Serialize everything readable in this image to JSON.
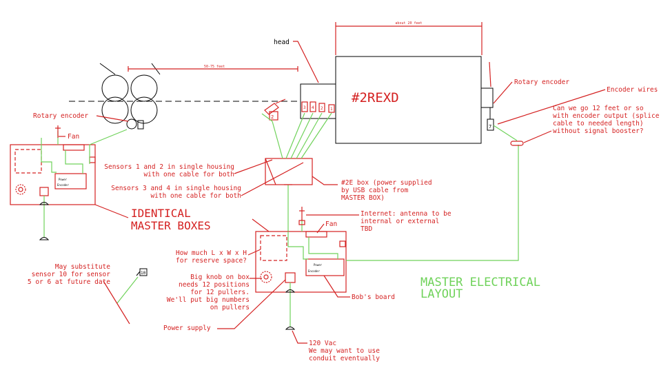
{
  "colors": {
    "red": "#d42020",
    "green": "#6fd25a",
    "black": "#000000"
  },
  "labels": {
    "head": "head",
    "dim_top": "about 20 feet",
    "dim_mid": "50-75 feet",
    "machine": "#2REXD",
    "rotary_encoder_right": "Rotary encoder",
    "encoder_wires": "Encoder wires",
    "encoder_question": [
      "Can we go 12 feet or so",
      "with encoder output (splice",
      "cable to needed length)",
      "without signal booster?"
    ],
    "rotary_encoder_left": "Rotary encoder",
    "fan_left": "Fan",
    "fan_center": "Fan",
    "sensor_label": "2",
    "sensor_slots": [
      "3",
      "4",
      "2",
      "1"
    ],
    "encoder_box_label": "7",
    "sensor10_label": "10",
    "sensors_12": [
      "Sensors 1 and 2 in single housing",
      "with one cable for both"
    ],
    "sensors_34": [
      "Sensors 3 and 4 in single housing",
      "with one cable for both"
    ],
    "box_2e": [
      "#2E box (power supplied",
      "by USB cable from",
      "MASTER BOX)"
    ],
    "identical": [
      "IDENTICAL",
      "MASTER BOXES"
    ],
    "internet": [
      "Internet: antenna to be",
      "internal or external",
      "TBD"
    ],
    "lwh": [
      "How much L x W x H",
      "for reserve space?"
    ],
    "big_knob": [
      "Big knob on box",
      "needs 12 positions",
      "for 12 pullers.",
      "We'll put big numbers",
      "on pullers"
    ],
    "power_supply": "Power supply",
    "bobs_board": "Bob's board",
    "may_sub": [
      "May substitute",
      "sensor 10 for sensor",
      "5 or 6 at future date"
    ],
    "master_electrical": [
      "MASTER ELECTRICAL",
      "LAYOUT"
    ],
    "vac": [
      "120 Vac",
      "We may want to use",
      "conduit eventually"
    ],
    "board_text": [
      "Power",
      "Encoder"
    ]
  }
}
